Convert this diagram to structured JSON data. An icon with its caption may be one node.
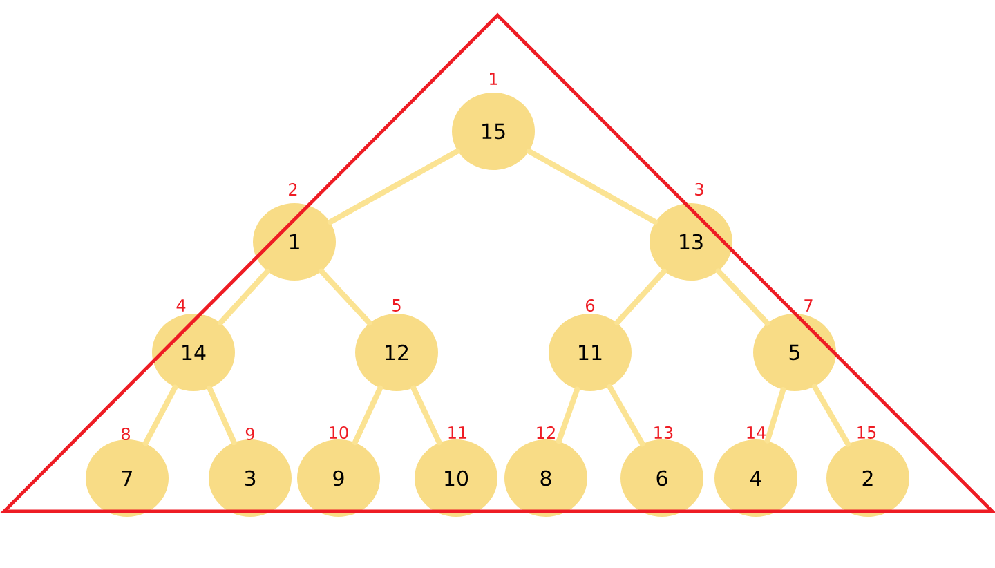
{
  "diagram": {
    "nodes": [
      {
        "text": [
          "15"
        ],
        "beside": [
          "1"
        ]
      },
      {
        "text": [
          "1"
        ],
        "beside": [
          "2"
        ]
      },
      {
        "text": [
          "13"
        ],
        "beside": [
          "3"
        ]
      },
      {
        "text": [
          "14"
        ],
        "beside": [
          "4"
        ]
      },
      {
        "text": [
          "12"
        ],
        "beside": [
          "5"
        ]
      },
      {
        "text": [
          "11"
        ],
        "beside": [
          "6"
        ]
      },
      {
        "text": [
          "5"
        ],
        "beside": [
          "7"
        ]
      },
      {
        "text": [
          "7"
        ],
        "beside": [
          "8"
        ]
      },
      {
        "text": [
          "3"
        ],
        "beside": [
          "9"
        ]
      },
      {
        "text": [
          "9"
        ],
        "beside": [
          "10"
        ]
      },
      {
        "text": [
          "10"
        ],
        "beside": [
          "11"
        ]
      },
      {
        "text": [
          "8"
        ],
        "beside": [
          "12"
        ]
      },
      {
        "text": [
          "6"
        ],
        "beside": [
          "13"
        ]
      },
      {
        "text": [
          "4"
        ],
        "beside": [
          "14"
        ]
      },
      {
        "text": [
          "2"
        ],
        "beside": [
          "15"
        ]
      }
    ],
    "edges": [
      {
        "from": 0,
        "to": 1,
        "arrow": "none"
      },
      {
        "from": 0,
        "to": 2,
        "arrow": "none"
      },
      {
        "from": 1,
        "to": 3,
        "arrow": "none"
      },
      {
        "from": 1,
        "to": 4,
        "arrow": "none"
      },
      {
        "from": 2,
        "to": 5,
        "arrow": "none"
      },
      {
        "from": 2,
        "to": 6,
        "arrow": "none"
      },
      {
        "from": 3,
        "to": 7,
        "arrow": "none"
      },
      {
        "from": 3,
        "to": 8,
        "arrow": "none"
      },
      {
        "from": 4,
        "to": 9,
        "arrow": "none"
      },
      {
        "from": 4,
        "to": 10,
        "arrow": "none"
      },
      {
        "from": 5,
        "to": 11,
        "arrow": "none"
      },
      {
        "from": 5,
        "to": 12,
        "arrow": "none"
      },
      {
        "from": 6,
        "to": 13,
        "arrow": "none"
      },
      {
        "from": 6,
        "to": 14,
        "arrow": "none"
      }
    ]
  }
}
